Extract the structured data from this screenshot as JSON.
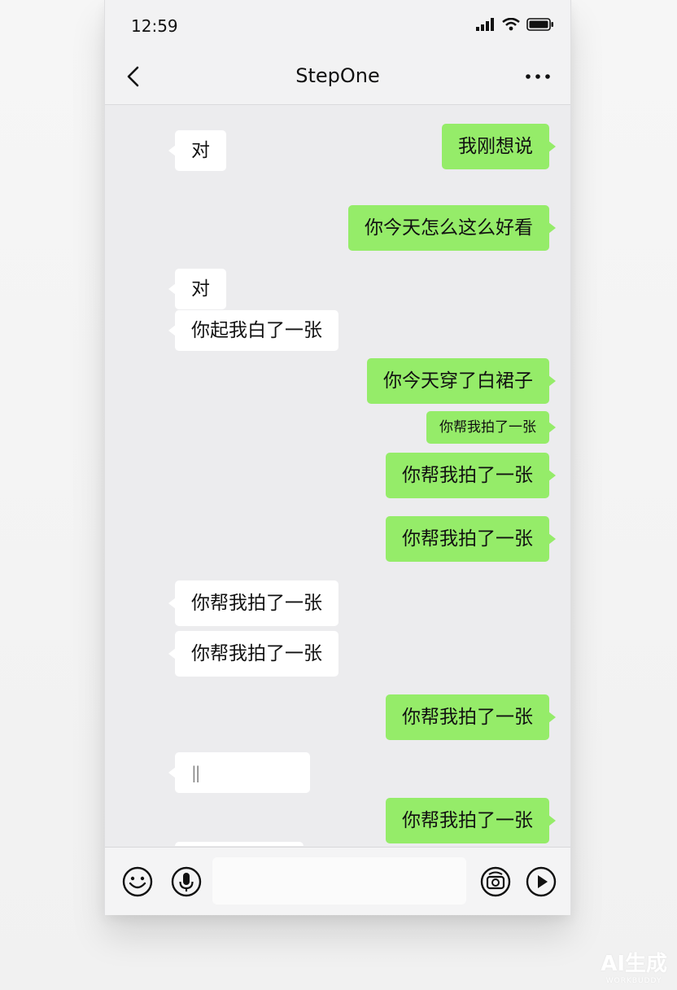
{
  "status_bar": {
    "time": "12:59"
  },
  "header": {
    "title": "StepOne"
  },
  "messages": [
    {
      "side": "right",
      "text": "我刚想说"
    },
    {
      "side": "left",
      "text": "对"
    },
    {
      "side": "right",
      "text": "你今天怎么这么好看"
    },
    {
      "side": "left",
      "text": "对"
    },
    {
      "side": "left",
      "text": "你起我白了一张"
    },
    {
      "side": "right",
      "text": "你今天穿了白裙子"
    },
    {
      "side": "right",
      "text": "你帮我拍了一张"
    },
    {
      "side": "right",
      "text": "你帮我拍了一张"
    },
    {
      "side": "right",
      "text": "你帮我拍了一张"
    },
    {
      "side": "left",
      "text": "你帮我拍了一张"
    },
    {
      "side": "left",
      "text": "你帮我拍了一张"
    },
    {
      "side": "right",
      "text": "你帮我拍了一张"
    },
    {
      "side": "left",
      "text": "||"
    },
    {
      "side": "right",
      "text": "你帮我拍了一张"
    }
  ],
  "input": {
    "placeholder": ""
  },
  "icons": {
    "back": "chevron-left-icon",
    "more": "more-dots-icon",
    "emoji": "emoji-icon",
    "voice": "microphone-icon",
    "camera": "camera-icon",
    "send": "play-send-icon"
  },
  "colors": {
    "sent_bubble": "#95ec69",
    "received_bubble": "#ffffff",
    "chat_background": "#ececee"
  },
  "watermark": {
    "line1": "AI生成",
    "line2": "WORKBUDDY"
  }
}
